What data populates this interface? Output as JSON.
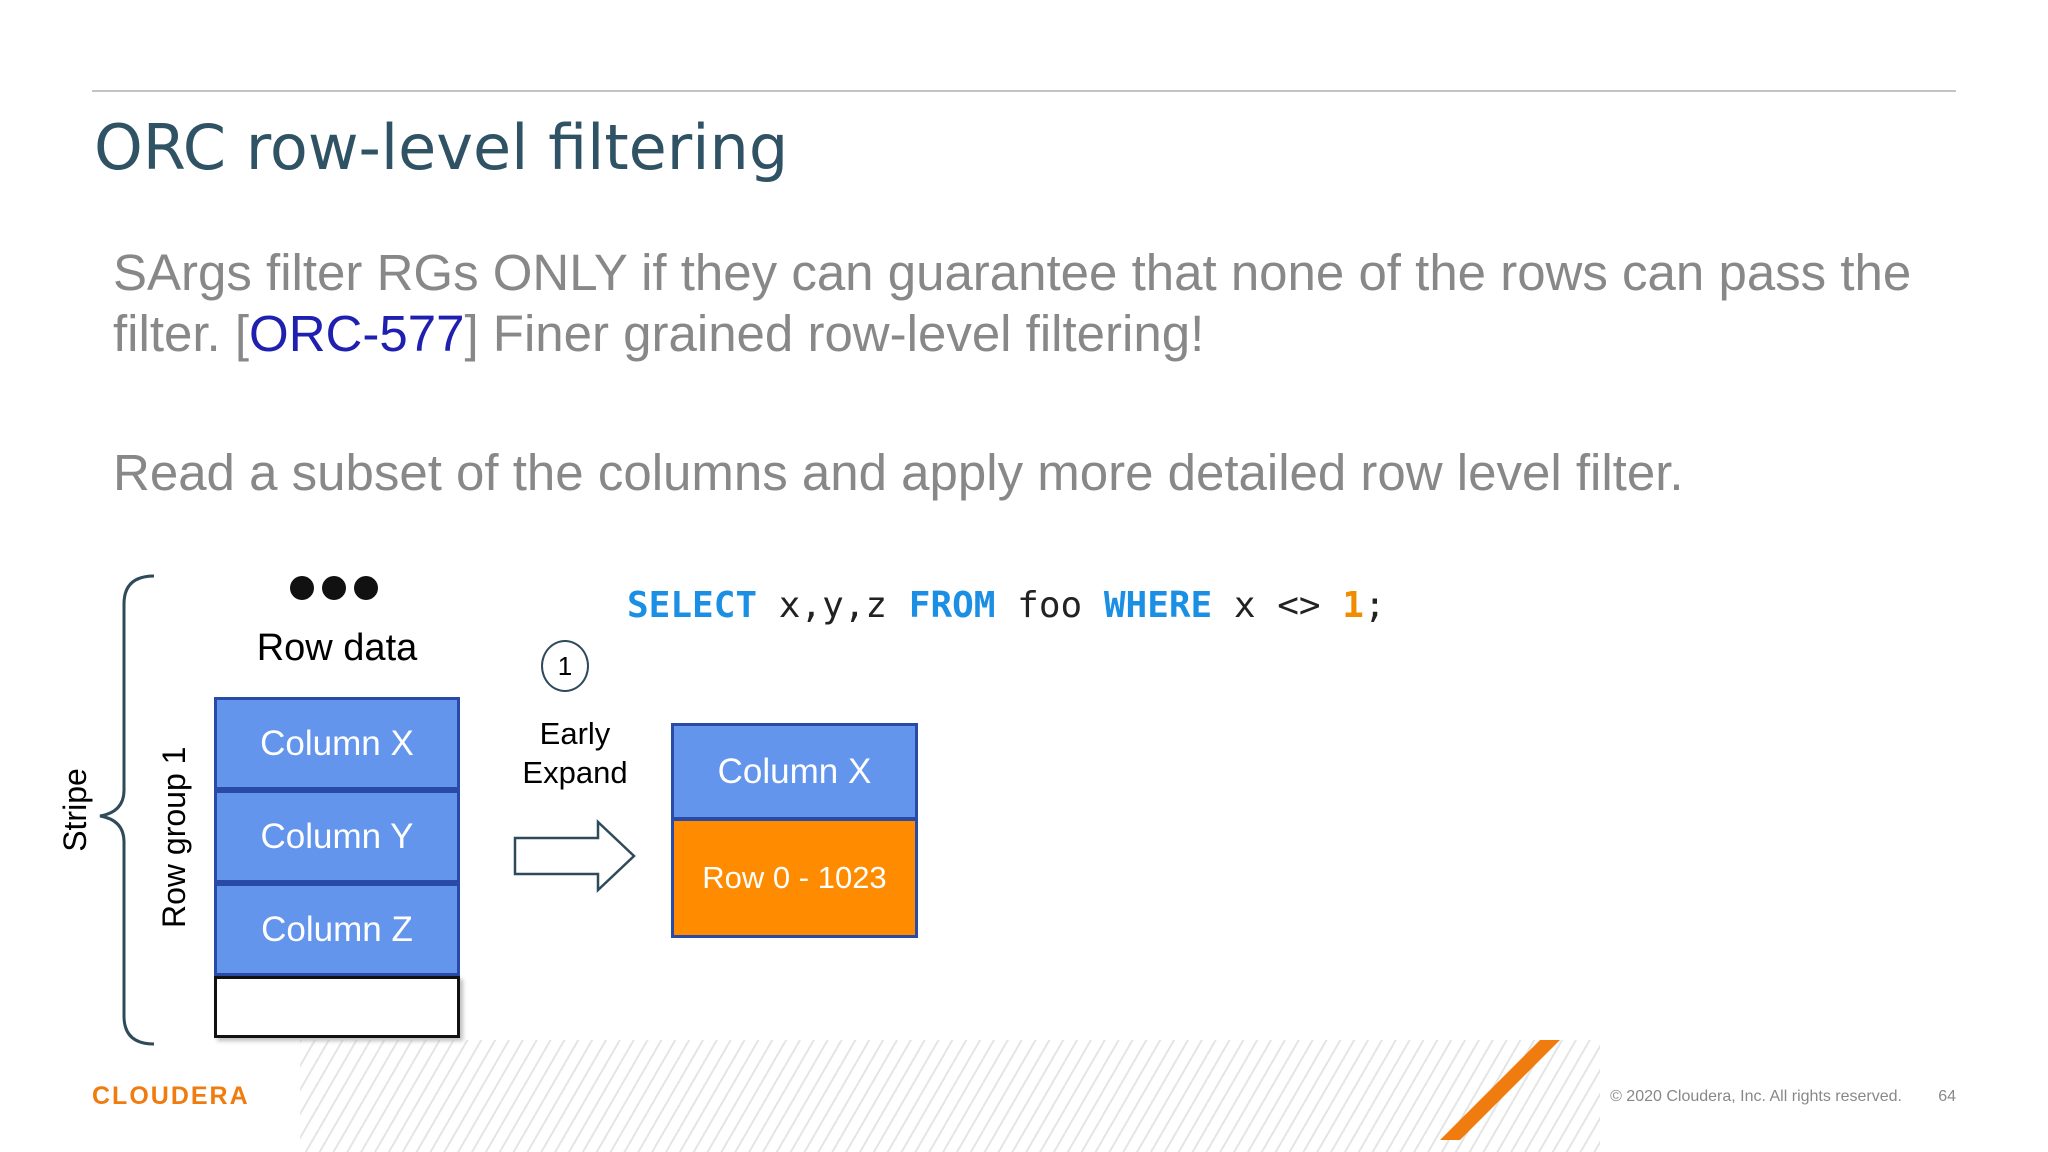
{
  "slide": {
    "title": "ORC row-level filtering",
    "para1_part1": "SArgs filter RGs ONLY if they can guarantee that none of the rows can pass the filter. [",
    "para1_link": "ORC-577",
    "para1_part2": "] Finer grained row-level filtering!",
    "para2": "Read a subset of the columns and apply more detailed row level filter."
  },
  "diagram": {
    "stripe_label": "Stripe",
    "row_group_label": "Row group 1",
    "row_data_label": "Row data",
    "columns": [
      "Column X",
      "Column Y",
      "Column Z"
    ],
    "step_number": "1",
    "step_label": "Early\nExpand",
    "output_column": "Column X",
    "output_rows": "Row 0 - 1023"
  },
  "sql": {
    "kw_select": "SELECT",
    "cols": " x,y,z ",
    "kw_from": "FROM",
    "table": " foo ",
    "kw_where": "WHERE",
    "cond": " x <> ",
    "value": "1",
    "end": ";"
  },
  "footer": {
    "logo": "CLOUDERA",
    "copyright": "© 2020 Cloudera, Inc. All rights reserved.",
    "page": "64"
  },
  "colors": {
    "title": "#2f5364",
    "body_text": "#888888",
    "link": "#1f1fb0",
    "column_block": "#6495ed",
    "rows_block": "#ff8c00",
    "keyword": "#1a8fe3",
    "brand": "#f07c10"
  }
}
